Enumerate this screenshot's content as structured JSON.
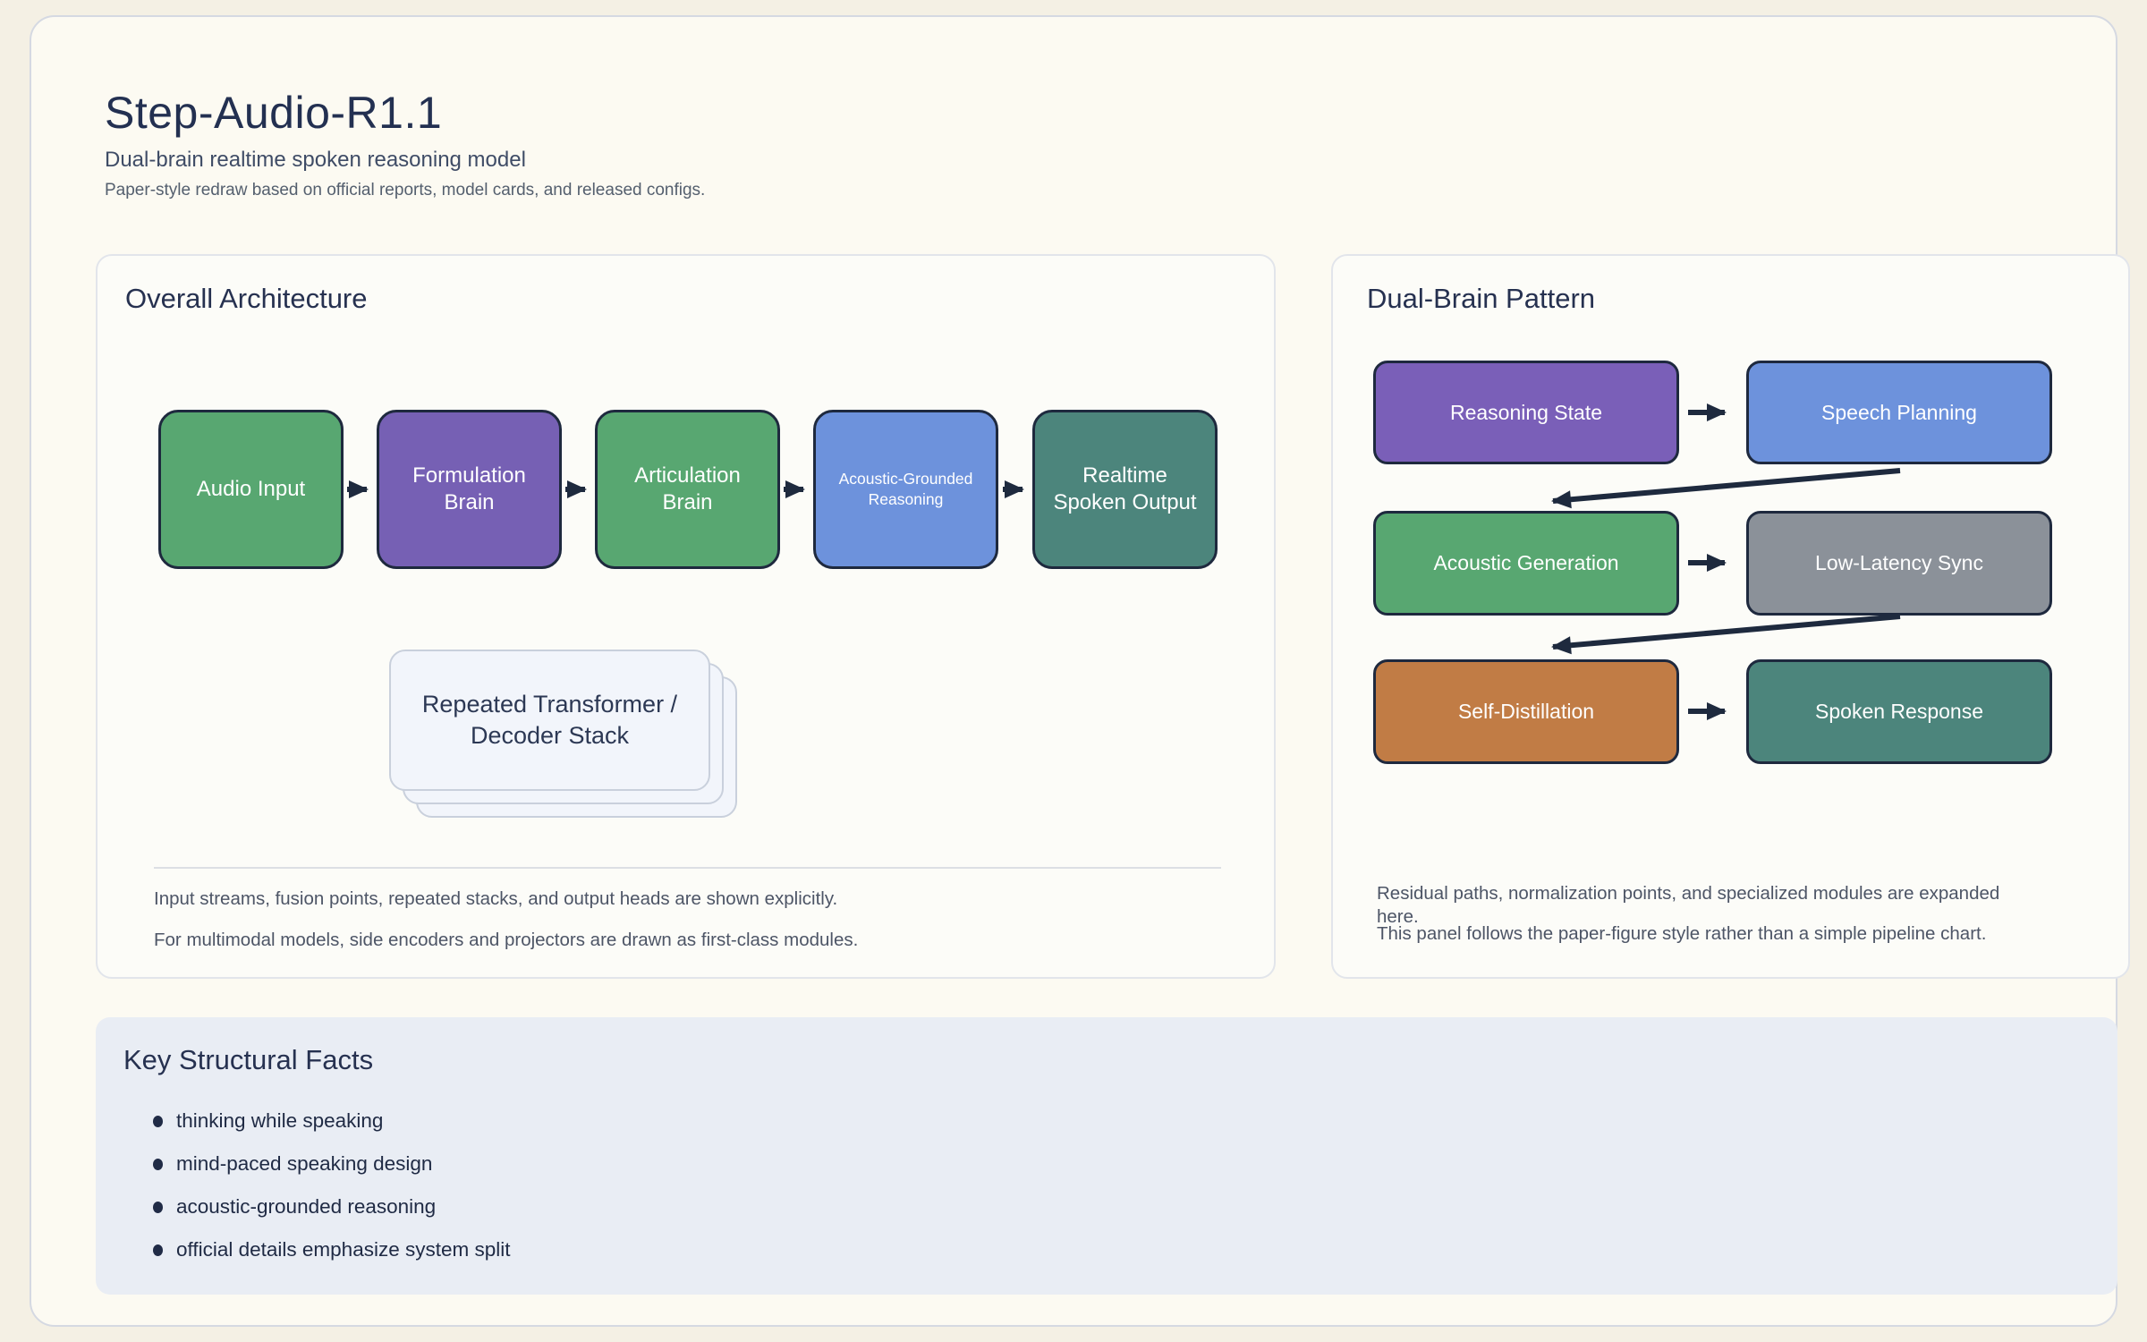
{
  "header": {
    "title": "Step-Audio-R1.1",
    "subtitle": "Dual-brain realtime spoken reasoning model",
    "caption": "Paper-style redraw based on official reports, model cards, and released configs."
  },
  "architecture_panel": {
    "title": "Overall Architecture",
    "flow_nodes": [
      {
        "label": "Audio Input",
        "color": "#58a771"
      },
      {
        "label": "Formulation Brain",
        "color": "#7660b4"
      },
      {
        "label": "Articulation Brain",
        "color": "#58a771"
      },
      {
        "label": "Acoustic-Grounded Reasoning",
        "color": "#6d92dc"
      },
      {
        "label": "Realtime Spoken Output",
        "color": "#4c857c"
      }
    ],
    "stack_label": "Repeated Transformer / Decoder Stack",
    "notes": [
      "Input streams, fusion points, repeated stacks, and output heads are shown explicitly.",
      "For multimodal models, side encoders and projectors are drawn as first-class modules."
    ]
  },
  "dual_brain_panel": {
    "title": "Dual-Brain Pattern",
    "rows": [
      {
        "left": {
          "label": "Reasoning State",
          "color": "#7a5fb8"
        },
        "right": {
          "label": "Speech Planning",
          "color": "#6d92dc"
        }
      },
      {
        "left": {
          "label": "Acoustic Generation",
          "color": "#58a771"
        },
        "right": {
          "label": "Low-Latency Sync",
          "color": "#8b9199"
        }
      },
      {
        "left": {
          "label": "Self-Distillation",
          "color": "#c17c45"
        },
        "right": {
          "label": "Spoken Response",
          "color": "#4c857c"
        }
      }
    ],
    "notes": [
      "Residual paths, normalization points, and specialized modules are expanded here.",
      "This panel follows the paper-figure style rather than a simple pipeline chart."
    ]
  },
  "facts_panel": {
    "title": "Key Structural Facts",
    "items": [
      "thinking while speaking",
      "mind-paced speaking design",
      "acoustic-grounded reasoning",
      "official details emphasize system split"
    ]
  },
  "colors": {
    "page_background": "#f4f0e4",
    "card_background": "#fcfaf2",
    "panel_background": "#fcfcf8",
    "facts_background": "#e9edf4",
    "node_border": "#1e293e",
    "arrow": "#1e2a3e",
    "heading_text": "#263150",
    "note_text": "#4d5566",
    "stack_background": "#f2f5fb"
  }
}
